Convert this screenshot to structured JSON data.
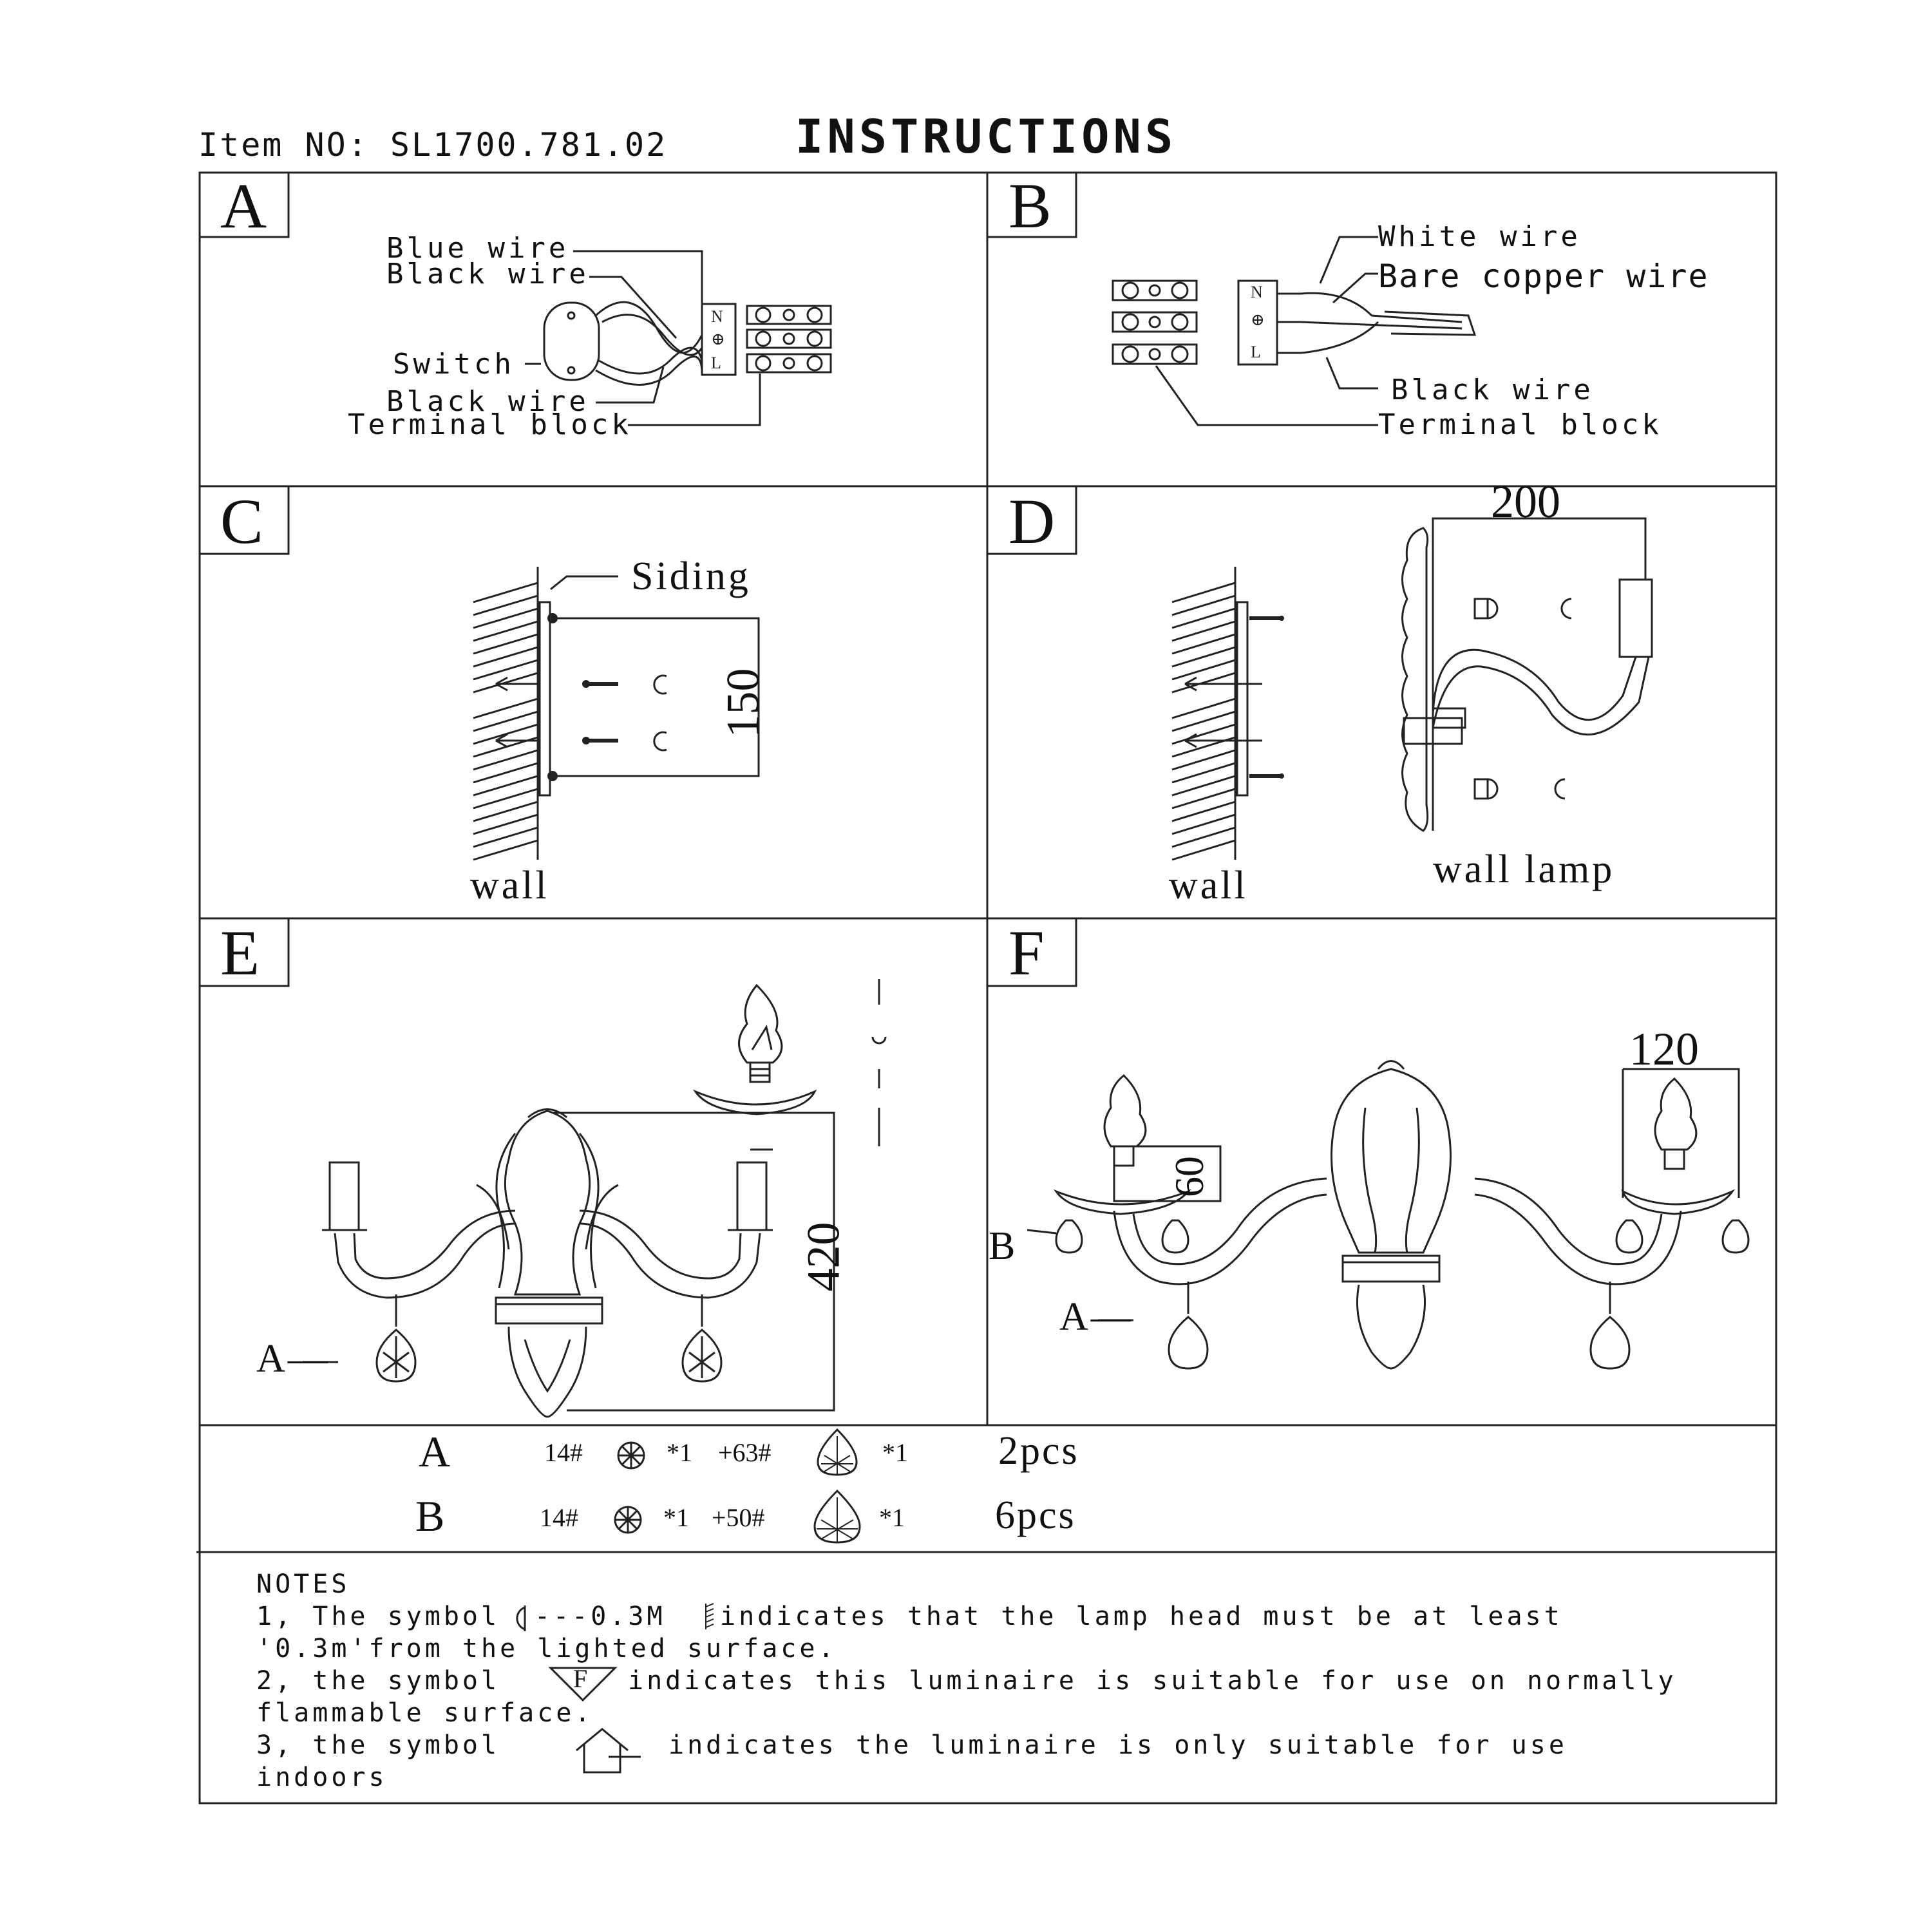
{
  "header": {
    "item_no": "Item NO:  SL1700.781.02",
    "title": "INSTRUCTIONS"
  },
  "panels": {
    "a": {
      "letter": "A",
      "blue_wire": "Blue wire",
      "black_wire_top": "Black wire",
      "switch": "Switch",
      "black_wire_bottom": "Black wire",
      "terminal_block": "Terminal block",
      "terminal_letters": "L ⊕ N"
    },
    "b": {
      "letter": "B",
      "white_wire": "White wire",
      "bare_copper_wire": "Bare copper wire",
      "black_wire": "Black wire",
      "terminal_block": "Terminal block"
    },
    "c": {
      "letter": "C",
      "siding": "Siding",
      "dim": "150",
      "wall": "wall"
    },
    "d": {
      "letter": "D",
      "dim": "200",
      "wall": "wall",
      "wall_lamp": "wall lamp"
    },
    "e": {
      "letter": "E",
      "dim": "420",
      "callout_a": "A—"
    },
    "f": {
      "letter": "F",
      "dim_width": "120",
      "dim_height": "60",
      "callout_b": "B",
      "callout_a": "A—"
    }
  },
  "parts": [
    {
      "label": "A",
      "code1": "14#",
      "qty1": "*1",
      "code2": "+63#",
      "qty2": "*1",
      "count": "2pcs"
    },
    {
      "label": "B",
      "code1": "14#",
      "qty1": "*1",
      "code2": "+50#",
      "qty2": "*1",
      "count": "6pcs"
    }
  ],
  "notes": {
    "heading": "NOTES",
    "n1a": "1, The symbol",
    "n1b": "---0.3M",
    "n1c": "indicates that the lamp head must be at least",
    "n1d": "'0.3m'from the lighted surface.",
    "n2a": "2, the symbol",
    "n2sym": "F",
    "n2b": "indicates  this luminaire is suitable for use on normally",
    "n2c": "flammable surface.",
    "n3a": "3, the symbol",
    "n3b": "indicates the luminaire is only suitable for use",
    "n3c": "indoors"
  }
}
